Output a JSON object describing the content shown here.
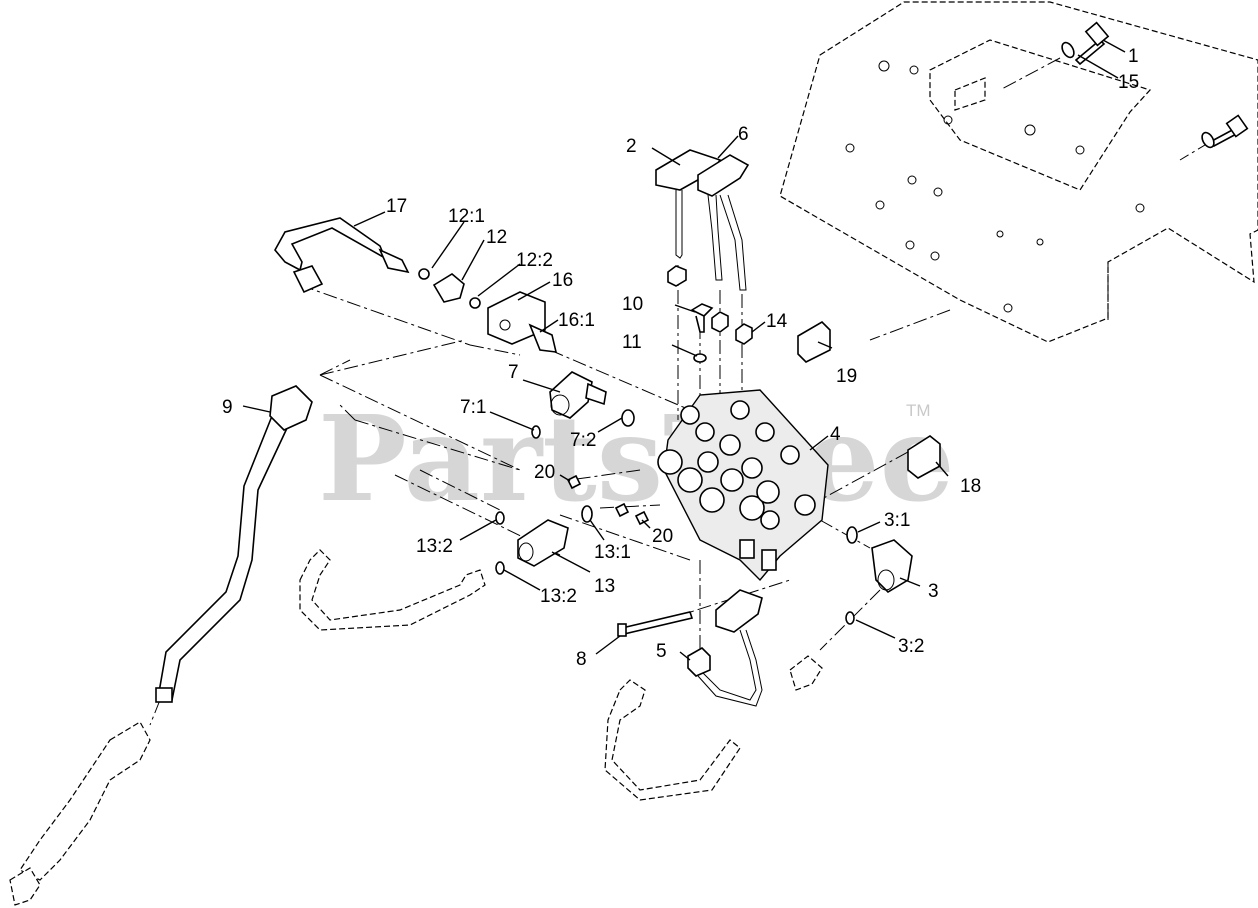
{
  "watermark": {
    "brand": "PartsTree",
    "trademark": "TM"
  },
  "labels": [
    "1",
    "15",
    "2",
    "6",
    "17",
    "12:1",
    "12",
    "12:2",
    "16",
    "16:1",
    "10",
    "14",
    "11",
    "19",
    "7",
    "9",
    "7:1",
    "7:2",
    "4",
    "20",
    "18",
    "3:1",
    "13:2",
    "13",
    "13:1",
    "3",
    "8",
    "5",
    "3:2"
  ]
}
